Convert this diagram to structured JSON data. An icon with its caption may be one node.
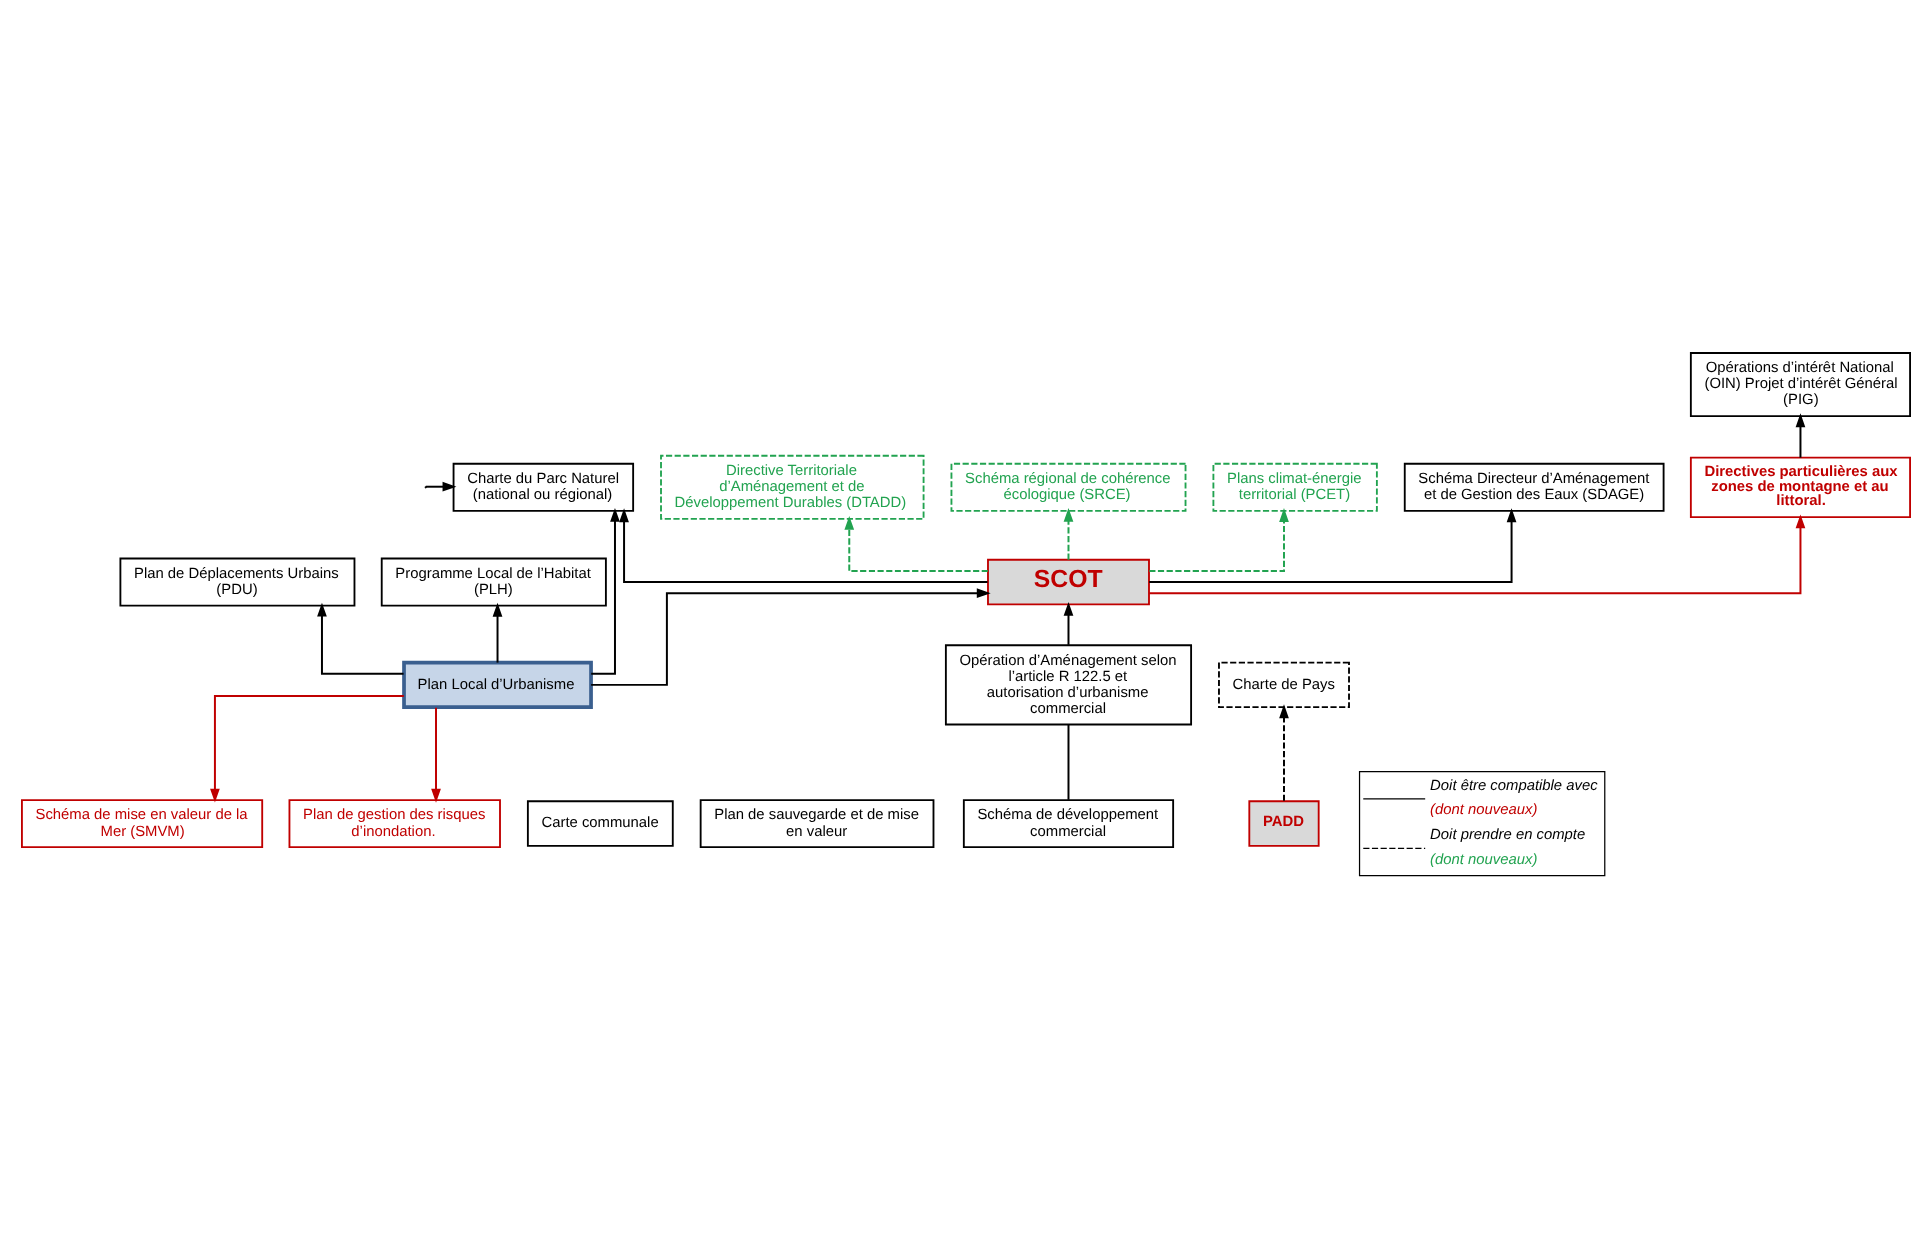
{
  "diagram": {
    "nodes": [
      {
        "text": [
          "Opérations d’intérêt National (OIN) Projet d’intérêt Général (PIG)"
        ]
      },
      {
        "text": [
          "Schéma Directeur d’Aménagement et de Gestion des Eaux (SDAGE)"
        ]
      },
      {
        "text": [
          "Directives particulières aux zones de montagne et au littoral."
        ]
      },
      {
        "text": [
          "Charte du Parc Naturel (national ou régional)"
        ]
      },
      {
        "text": [
          "Directive Territoriale d’Aménagement et de Développement Durables (DTADD)"
        ]
      },
      {
        "text": [
          "Schéma régional de cohérence écologique (SRCE)"
        ]
      },
      {
        "text": [
          "Charte de Pays"
        ]
      },
      {
        "text": [
          "PADD"
        ]
      },
      {
        "text": [
          "SCOT"
        ]
      },
      {
        "text": [
          "Opération d’Aménagement selon l’article R 122.5 et autorisation d’urbanisme commercial"
        ]
      },
      {
        "text": [
          "Plans climat-énergie territorial (PCET)"
        ]
      },
      {
        "text": [
          "Plan de Déplacements Urbains (PDU)"
        ]
      },
      {
        "text": [
          "Programme Local de l’Habitat (PLH)"
        ]
      },
      {
        "text": [
          "Schéma de développement commercial"
        ]
      },
      {
        "text": [
          "Plan Local d’Urbanisme"
        ]
      },
      {
        "text": [
          "Carte communale"
        ]
      },
      {
        "text": [
          "Schéma de mise en valeur de la Mer (SMVM)"
        ]
      },
      {
        "text": [
          "Plan de gestion des risques d’inondation."
        ]
      },
      {
        "text": [
          "Plan de sauvegarde et de mise en valeur"
        ]
      }
    ],
    "edges": [
      {
        "from": 8,
        "to": 1,
        "arrow": "to"
      },
      {
        "from": 8,
        "to": 2,
        "arrow": "to",
        "color": "#c00000"
      },
      {
        "from": 2,
        "to": 0,
        "arrow": "to"
      },
      {
        "from": 8,
        "to": 3,
        "arrow": "to"
      },
      {
        "from": null,
        "to": 3,
        "arrow": "to"
      },
      {
        "from": 14,
        "to": 3,
        "arrow": "to"
      },
      {
        "from": 7,
        "to": 6,
        "arrow": "to",
        "style": "dashed"
      },
      {
        "from": 9,
        "to": 8,
        "arrow": "to"
      },
      {
        "from": 13,
        "to": 9,
        "arrow": "none"
      },
      {
        "from": 14,
        "to": 8,
        "arrow": "to"
      },
      {
        "from": 8,
        "to": 4,
        "arrow": "to",
        "style": "dashed",
        "color": "#22a350"
      },
      {
        "from": 8,
        "to": 5,
        "arrow": "to",
        "style": "dashed",
        "color": "#22a350"
      },
      {
        "from": 8,
        "to": 10,
        "arrow": "to",
        "style": "dashed",
        "color": "#22a350"
      },
      {
        "from": 14,
        "to": 11,
        "arrow": "to"
      },
      {
        "from": 14,
        "to": 12,
        "arrow": "to"
      },
      {
        "from": 14,
        "to": 16,
        "arrow": "to",
        "color": "#c00000"
      },
      {
        "from": 14,
        "to": 17,
        "arrow": "to",
        "color": "#c00000"
      }
    ],
    "legend": [
      {
        "text": "Doit être compatible avec"
      },
      {
        "text": "(dont nouveaux)"
      },
      {
        "text": "Doit prendre en compte"
      },
      {
        "text": "(dont nouveaux)"
      }
    ]
  }
}
